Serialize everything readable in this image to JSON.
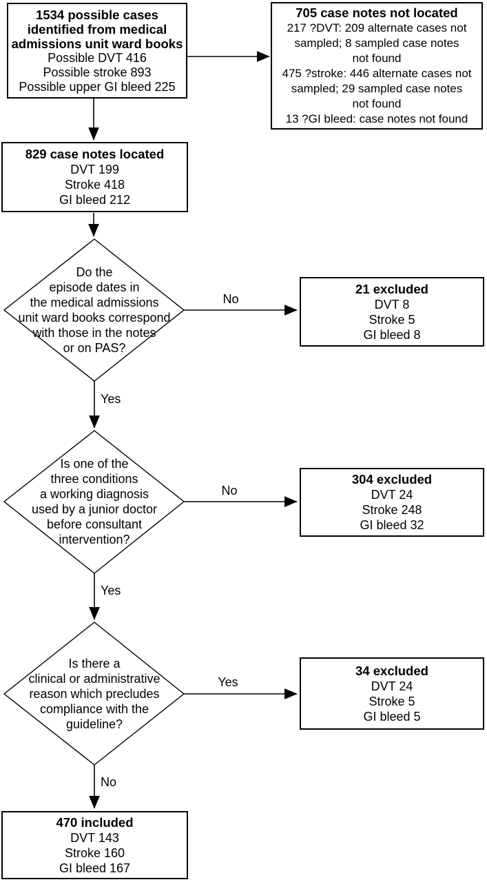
{
  "colors": {
    "line": "#000000",
    "background": "#ffffff",
    "text": "#000000"
  },
  "flowchart": {
    "source_box": {
      "title_lines": [
        "1534 possible cases",
        "identified from medical",
        "admissions unit ward books"
      ],
      "lines": [
        "Possible DVT 416",
        "Possible stroke 893",
        "Possible upper GI bleed 225"
      ]
    },
    "not_located_box": {
      "title": "705 case notes not located",
      "lines": [
        "217 ?DVT: 209 alternate cases not",
        "sampled; 8 sampled case notes",
        "not found",
        "475 ?stroke: 446 alternate cases not",
        "sampled; 29 sampled case notes",
        "not found",
        "13 ?GI bleed: case notes not found"
      ]
    },
    "located_box": {
      "title": "829 case notes located",
      "lines": [
        "DVT 199",
        "Stroke 418",
        "GI bleed 212"
      ]
    },
    "decision1": {
      "lines": [
        "Do the",
        "episode dates in",
        "the medical admissions",
        "unit ward books correspond",
        "with those in the notes",
        "or on PAS?"
      ]
    },
    "excluded1_box": {
      "title": "21 excluded",
      "lines": [
        "DVT 8",
        "Stroke 5",
        "GI bleed 8"
      ]
    },
    "decision2": {
      "lines": [
        "Is one of the",
        "three conditions",
        "a working diagnosis",
        "used by a junior doctor",
        "before consultant",
        "intervention?"
      ]
    },
    "excluded2_box": {
      "title": "304 excluded",
      "lines": [
        "DVT 24",
        "Stroke 248",
        "GI bleed 32"
      ]
    },
    "decision3": {
      "lines": [
        "Is there a",
        "clinical or administrative",
        "reason which precludes",
        "compliance with the",
        "guideline?"
      ]
    },
    "excluded3_box": {
      "title": "34 excluded",
      "lines": [
        "DVT 24",
        "Stroke 5",
        "GI bleed 5"
      ]
    },
    "included_box": {
      "title": "470 included",
      "lines": [
        "DVT 143",
        "Stroke 160",
        "GI bleed 167"
      ]
    },
    "edge_labels": {
      "decision1_no": "No",
      "decision1_yes": "Yes",
      "decision2_no": "No",
      "decision2_yes": "Yes",
      "decision3_yes": "Yes",
      "decision3_no": "No"
    }
  }
}
